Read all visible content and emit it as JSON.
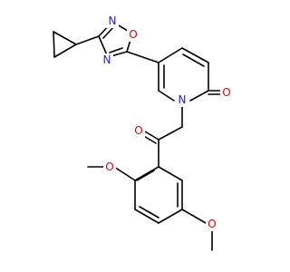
{
  "molecule": {
    "labels": {
      "n_oxadiazole_top": "N",
      "o_oxadiazole": "O",
      "n_oxadiazole_bottom": "N",
      "n_pyridinone": "N",
      "o_pyridinone": "O",
      "o_ketone": "O",
      "o_methoxy_ortho": "O",
      "o_methoxy_meta": "O"
    },
    "colors": {
      "bond": "#000000",
      "nitrogen": "#2222dd",
      "oxygen": "#dd0000",
      "background": "#ffffff"
    }
  }
}
